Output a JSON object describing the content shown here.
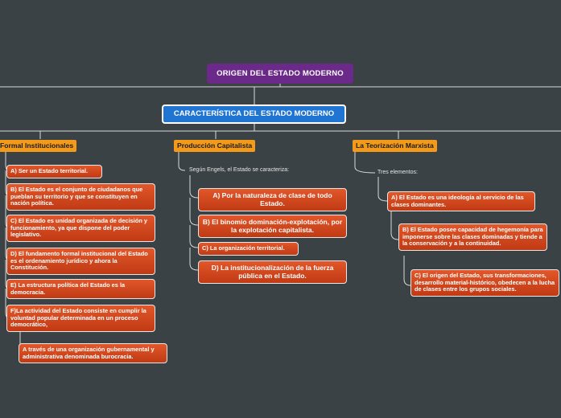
{
  "root": {
    "title": "ORIGEN DEL ESTADO MODERNO"
  },
  "subtopic": {
    "title": "CARACTERÍSTICA DEL ESTADO MODERNO"
  },
  "branches": [
    {
      "label": "Formal Institucionales",
      "items": [
        "A) Ser un Estado territorial.",
        "B) El Estado es el conjunto de ciudadanos que pueblan su territorio y que se constituyen en nación política.",
        "C) El Estado es unidad organizada de decisión y funcionamiento, ya que dispone del poder legislativo.",
        "D) El fundamento formal institucional del Estado es el ordenamiento jurídico y ahora la Constitución.",
        "E) La estructura política del Estado es la democracia.",
        "F)La actividad del Estado consiste en cumplir la voluntad popular determinada en un proceso democrático,",
        "A través de una organización gubernamental y administrativa denominada burocracia."
      ]
    },
    {
      "label": "Producción Capitalista",
      "note": "Según Engels, el Estado se caracteriza:",
      "items": [
        "A) Por la naturaleza de clase de todo Estado.",
        "B) El binomio dominación-explotación, por la explotación capitalista.",
        "C) La organización territorial.",
        "D) La institucionalización de la fuerza pública en el Estado."
      ]
    },
    {
      "label": "La Teorización Marxista",
      "note": "Tres elementos:",
      "items": [
        "A) El Estado es una ideología al servicio de las clases dominantes.",
        "B) El Estado posee capacidad de hegemonía para imponerse sobre las clases dominadas y tiende a la conservación y a la continuidad.",
        "C) El origen del Estado, sus transformaciones, desarrollo material-histórico, obedecen a la lucha de clases entre los grupos sociales."
      ]
    }
  ]
}
